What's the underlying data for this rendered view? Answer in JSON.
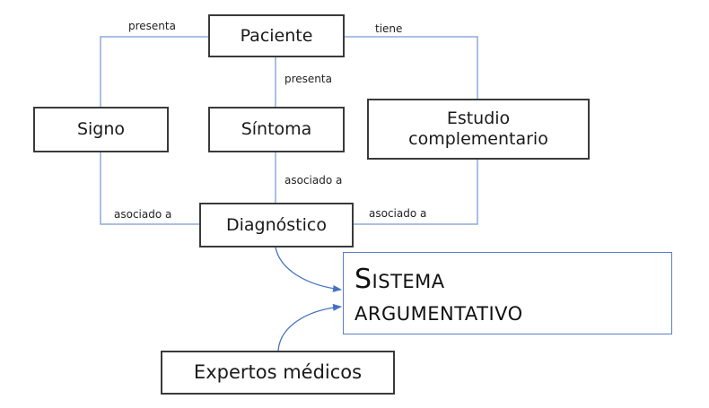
{
  "diagram": {
    "nodes": {
      "paciente": "Paciente",
      "signo": "Signo",
      "sintoma": "Síntoma",
      "estudio_line1": "Estudio",
      "estudio_line2": "complementario",
      "diagnostico": "Diagnóstico",
      "sistema_line1": "Sistema",
      "sistema_line2": "argumentativo",
      "expertos": "Expertos médicos"
    },
    "edges": {
      "paciente_signo": "presenta",
      "paciente_sintoma": "presenta",
      "paciente_estudio": "tiene",
      "signo_diagnostico": "asociado a",
      "sintoma_diagnostico": "asociado a",
      "estudio_diagnostico": "asociado a"
    },
    "colors": {
      "connector": "#8eaadb",
      "arrow": "#4472c4",
      "node_border": "#3a3a3a",
      "system_border": "#5b7fc4"
    }
  }
}
